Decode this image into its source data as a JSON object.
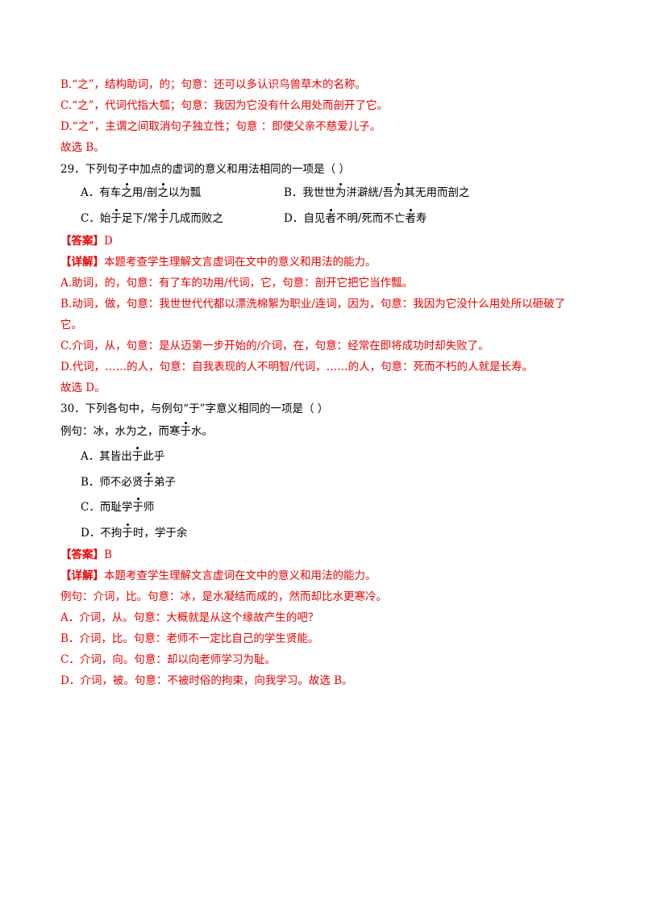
{
  "prev_explanation": {
    "b": "B.“之”，结构助词，的；句意：还可以多认识鸟兽草木的名称。",
    "c": "C.“之”，代词代指大瓠；句意：我因为它没有什么用处而剖开了它。",
    "d": "D.“之”，主谓之间取消句子独立性；句意 ：即使父亲不慈爱儿子。",
    "conclusion": "故选 B。"
  },
  "q29": {
    "stem": "29．下列句子中加点的虚词的意义和用法相同的一项是（    ）",
    "options": {
      "a": {
        "letter": "A．",
        "p1": "有车",
        "dot1": "之",
        "p2": "用/剖",
        "dot2": "之",
        "p3": "以为瓢"
      },
      "b": {
        "letter": "B．",
        "p1": "我世世",
        "dot1": "为",
        "p2": "洴澼絖/吾",
        "dot2": "为",
        "p3": "其无用而剖之"
      },
      "c": {
        "letter": "C．",
        "p1": "始",
        "dot1": "于",
        "p2": "足下/常",
        "dot2": "于",
        "p3": "几成而败之"
      },
      "d": {
        "letter": "D．",
        "p1": "自见",
        "dot1": "者",
        "p2": "不明/死而不亡",
        "dot2": "者",
        "p3": "寿"
      }
    },
    "answer_label": "【答案】",
    "answer": "D",
    "detail_label": "【详解】",
    "detail_intro": "本题考查学生理解文言虚词在文中的意义和用法的能力。",
    "lines": [
      "A.助词，的，句意：有了车的功用/代词，它，句意：剖开它把它当作瓢。",
      "B.动词，做，句意：我世世代代都以漂洗棉絮为职业/连词，因为，句意：我因为它没什么用处所以砸破了",
      "它。",
      "C.介词，从，句意：是从迈第一步开始的/介词，在，句意：经常在即将成功时却失败了。",
      "D.代词，……的人，句意：自我表现的人不明智/代词，……的人，句意：死而不朽的人就是长寿。",
      "故选 D。"
    ]
  },
  "q30": {
    "stem": "30．下列各句中，与例句“于”字意义相同的一项是（    ）",
    "example": {
      "p1": "例句：冰，水为之，而寒",
      "dot": "于",
      "p2": "水。"
    },
    "options": {
      "a": {
        "p1": "A．其皆出",
        "dot": "于",
        "p2": "此乎"
      },
      "b": {
        "p1": "B．师不必贤",
        "dot": "于",
        "p2": "弟子"
      },
      "c": {
        "p1": "C．而耻学",
        "dot": "于",
        "p2": "师"
      },
      "d": {
        "p1": "D．不拘",
        "dot": "于",
        "p2": "时，学于余"
      }
    },
    "answer_label": "【答案】",
    "answer": "B",
    "detail_label": "【详解】",
    "detail_intro": "本题考查学生理解文言虚词在文中的意义和用法的能力。",
    "lines": [
      "例句：介词，比。句意：冰，是水凝结而成的，然而却比水更寒冷。",
      "A．介词，从。句意：大概就是从这个缘故产生的吧？",
      "B．介词，比。句意：老师不一定比自己的学生贤能。",
      "C．介词，向。句意：却以向老师学习为耻。",
      "D．介词，被。句意：不被时俗的拘束，向我学习。故选 B。"
    ]
  },
  "colors": {
    "explanation_red": "#e60000",
    "body_black": "#000000"
  }
}
